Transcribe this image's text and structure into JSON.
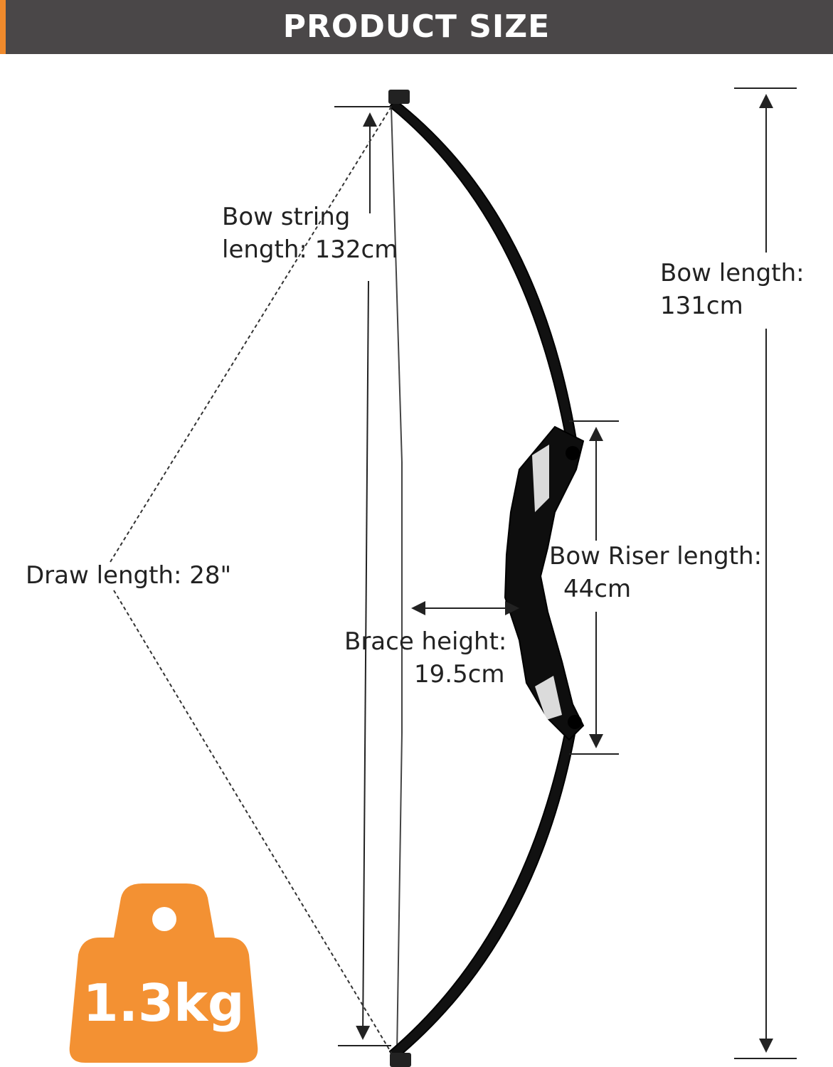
{
  "header": {
    "title": "PRODUCT SIZE",
    "bg_color": "#4a4748",
    "accent_color": "#f08a2c"
  },
  "dimensions": {
    "bow_string": {
      "line1": "Bow string",
      "line2": "length: 132cm"
    },
    "bow_length": {
      "line1": "Bow length:",
      "line2": "131cm"
    },
    "draw_length": {
      "text": "Draw length: 28\""
    },
    "bow_riser": {
      "line1": "Bow Riser length:",
      "line2": "44cm"
    },
    "brace_height": {
      "line1": "Brace height:",
      "line2": "19.5cm"
    }
  },
  "weight_badge": {
    "text": "1.3kg",
    "color": "#f39133",
    "icon": "weight-icon"
  }
}
